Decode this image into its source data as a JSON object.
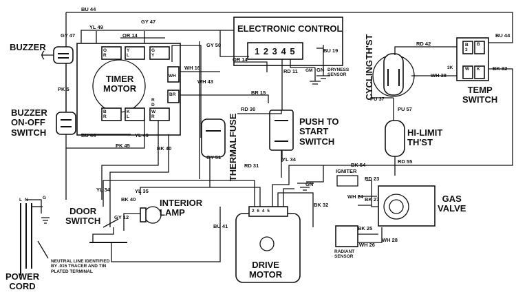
{
  "components": {
    "buzzer": "BUZZER",
    "buzzer_switch": [
      "BUZZER",
      "ON-OFF",
      "SWITCH"
    ],
    "timer_motor": [
      "TIMER",
      "MOTOR"
    ],
    "electronic_control": "ELECTRONIC CONTROL",
    "control_terminals": "1 2 3 4 5",
    "dryness_sensor": [
      "DRYNESS",
      "SENSOR"
    ],
    "cycling_thermostat": [
      "CYCLING",
      "TH'ST"
    ],
    "temp_switch": [
      "TEMP",
      "SWITCH"
    ],
    "thermal_fuse": [
      "THERMAL",
      "FUSE"
    ],
    "push_to_start": [
      "PUSH TO",
      "START",
      "SWITCH"
    ],
    "hi_limit": [
      "HI-LIMIT",
      "TH'ST"
    ],
    "igniter": "IGNITER",
    "gas_valve": [
      "GAS",
      "VALVE"
    ],
    "radiant_sensor": [
      "RADIANT",
      "SENSOR"
    ],
    "door_switch": [
      "DOOR",
      "SWITCH"
    ],
    "interior_lamp": [
      "INTERIOR",
      "LAMP"
    ],
    "drive_motor": [
      "DRIVE",
      "MOTOR"
    ],
    "power_cord": [
      "POWER",
      "CORD"
    ],
    "neutral_note": [
      "NEUTRAL LINE IDENTIFIED",
      "BY .015 TRACER AND TIN",
      "PLATED TERMINAL"
    ]
  },
  "terminals": {
    "cord": [
      "L",
      "N",
      "G"
    ],
    "timer_left": [
      "O",
      "R",
      "B",
      "R"
    ],
    "timer_mid": [
      "Y",
      "L",
      "K",
      "L"
    ],
    "timer_right": [
      "G",
      "Y",
      "W",
      "R"
    ],
    "timer_side": [
      "R",
      "D"
    ],
    "temp_switch_left": [
      "B",
      "3"
    ],
    "temp_switch_right": [
      "B",
      "W",
      "K"
    ],
    "temp_switch_mid": "3K",
    "gm": "GM",
    "wh_block": "WH",
    "br_block": "BR",
    "motor_terminals": "2 6 4 5"
  },
  "wires": {
    "bu44_top": "BU 44",
    "gy47_buzzer": "GY 47",
    "yl49_top": "YL 49",
    "gy47_top": "GY 47",
    "or14_top": "OR 14",
    "or14_right": "OR 14",
    "gy50": "GY 50",
    "bu19": "BU 19",
    "gn": "GN",
    "rd42": "RD 42",
    "bu44_right": "BU 44",
    "wh16": "WH 16",
    "wh43": "WH 43",
    "rd11": "RD 11",
    "pk5": "PK 5",
    "br15": "BR 15",
    "pu37": "PU 37",
    "wh38": "WH 38",
    "bk32_right": "BK 32",
    "pu57": "PU 57",
    "rd30": "RD 30",
    "bu44_low": "BU 44",
    "yl49_low": "YL 49",
    "bk40_low": "BK 40",
    "pk45": "PK 45",
    "gy51": "GY 51",
    "rd31": "RD 31",
    "yl34": "YL 34",
    "rd55": "RD 55",
    "bk54": "BK 54",
    "rd23": "RD 23",
    "wh24": "WH 24",
    "bk27": "BK 27",
    "gn_low": "GN",
    "bk32_low": "BK 32",
    "yl34_left": "YL 34",
    "bk40_lamp": "BK 40",
    "yl35": "YL 35",
    "gy12": "GY 12",
    "bu41": "BU 41",
    "bk25": "BK 25",
    "wh26": "WH 26",
    "wh28": "WH 28"
  }
}
